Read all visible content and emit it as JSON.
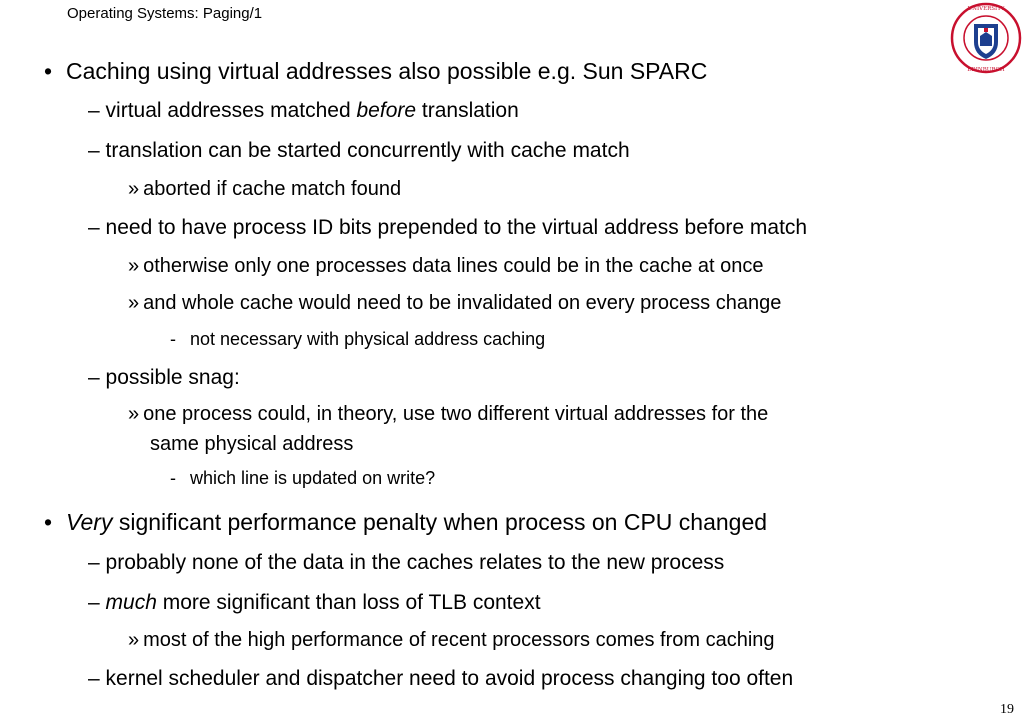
{
  "header": {
    "title": "Operating Systems: Paging/1"
  },
  "logo": {
    "text_top": "THE UNIVERSITY",
    "text_bottom": "OF EDINBURGH",
    "colors": {
      "ring": "#c8102e",
      "shield": "#1d3f8f"
    }
  },
  "page_number": "19",
  "markers": {
    "bullet": "•",
    "dash": "–",
    "sub": "»",
    "hyphen": "-"
  },
  "bullets": [
    {
      "text": "Caching using virtual addresses also possible e.g. Sun SPARC",
      "subs": [
        {
          "before": "virtual addresses matched ",
          "em": "before",
          "after": " translation"
        },
        {
          "text": "translation can be started concurrently with cache match",
          "subsubs": [
            {
              "text": "aborted if cache match found"
            }
          ]
        },
        {
          "text": "need to have process ID bits prepended to the virtual address before match",
          "subsubs": [
            {
              "text": "otherwise only one processes data lines could be in the cache at once"
            },
            {
              "text": "and whole cache would need to be invalidated on every process change",
              "notes": [
                "not necessary with physical address caching"
              ]
            }
          ]
        },
        {
          "text": "possible snag:",
          "subsubs": [
            {
              "text_line1": "one process could, in theory, use two different virtual addresses for the",
              "text_line2": "same physical address",
              "notes": [
                "which line is updated on write?"
              ]
            }
          ]
        }
      ]
    },
    {
      "em": "Very",
      "after": " significant performance penalty when process on CPU changed",
      "subs": [
        {
          "text": "probably none of the data in the caches relates to the new process"
        },
        {
          "em": "much",
          "after": " more significant than loss of TLB context",
          "subsubs": [
            {
              "text": "most of the high performance of recent processors comes from caching"
            }
          ]
        },
        {
          "text": "kernel scheduler and dispatcher need to avoid process changing too often"
        }
      ]
    }
  ]
}
